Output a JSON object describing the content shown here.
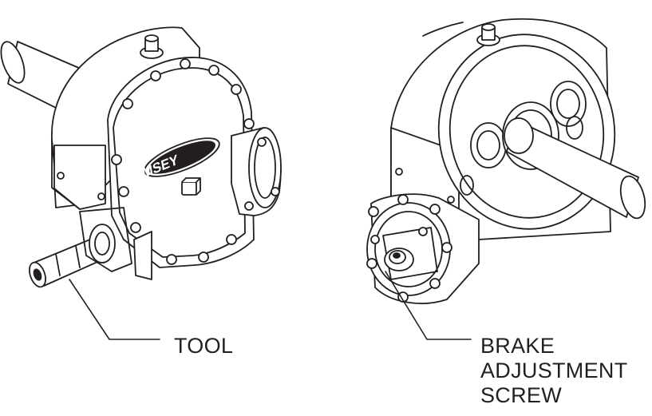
{
  "diagram": {
    "stroke_color": "#231f20",
    "fill_color": "#ffffff",
    "brand_logo_text": "RAMSEY",
    "callouts": {
      "tool": "TOOL",
      "brake_line1": "BRAKE",
      "brake_line2": "ADJUSTMENT",
      "brake_line3": "SCREW"
    }
  }
}
